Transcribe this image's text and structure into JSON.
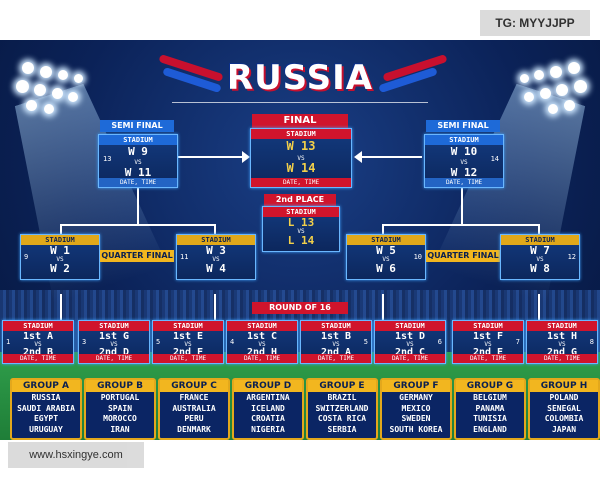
{
  "title": "RUSSIA",
  "labels": {
    "stadium": "STADIUM",
    "vs": "VS",
    "date_time": "DATE, TIME",
    "semi_final": "SEMI FINAL",
    "final": "FINAL",
    "second_place": "2nd PLACE",
    "quarter_final": "QUARTER FINAL",
    "round_of_16": "ROUND OF 16"
  },
  "final": {
    "top": "W 13",
    "bottom": "W 14"
  },
  "third_place": {
    "top": "L 13",
    "bottom": "L 14"
  },
  "semi_left": {
    "top": "W 9",
    "bottom": "W 11",
    "num": "13"
  },
  "semi_right": {
    "top": "W 10",
    "bottom": "W 12",
    "num": "14"
  },
  "quarters": [
    {
      "top": "W 1",
      "bottom": "W 2",
      "num": "9"
    },
    {
      "top": "W 3",
      "bottom": "W 4",
      "num": "11"
    },
    {
      "top": "W 5",
      "bottom": "W 6",
      "num": "10"
    },
    {
      "top": "W 7",
      "bottom": "W 8",
      "num": "12"
    }
  ],
  "round16": [
    {
      "top": "1st A",
      "bottom": "2nd B",
      "num": "1"
    },
    {
      "top": "1st G",
      "bottom": "2nd D",
      "num": "3"
    },
    {
      "top": "1st E",
      "bottom": "2nd F",
      "num": "5"
    },
    {
      "top": "1st C",
      "bottom": "2nd H",
      "num": "4"
    },
    {
      "top": "1st B",
      "bottom": "2nd A",
      "num": "5"
    },
    {
      "top": "1st D",
      "bottom": "2nd C",
      "num": "6"
    },
    {
      "top": "1st F",
      "bottom": "2nd E",
      "num": "7"
    },
    {
      "top": "1st H",
      "bottom": "2nd G",
      "num": "8"
    }
  ],
  "groups": [
    {
      "name": "GROUP A",
      "teams": [
        "RUSSIA",
        "SAUDI ARABIA",
        "EGYPT",
        "URUGUAY"
      ]
    },
    {
      "name": "GROUP B",
      "teams": [
        "PORTUGAL",
        "SPAIN",
        "MOROCCO",
        "IRAN"
      ]
    },
    {
      "name": "GROUP C",
      "teams": [
        "FRANCE",
        "AUSTRALIA",
        "PERU",
        "DENMARK"
      ]
    },
    {
      "name": "GROUP D",
      "teams": [
        "ARGENTINA",
        "ICELAND",
        "CROATIA",
        "NIGERIA"
      ]
    },
    {
      "name": "GROUP E",
      "teams": [
        "BRAZIL",
        "SWITZERLAND",
        "COSTA RICA",
        "SERBIA"
      ]
    },
    {
      "name": "GROUP F",
      "teams": [
        "GERMANY",
        "MEXICO",
        "SWEDEN",
        "SOUTH KOREA"
      ]
    },
    {
      "name": "GROUP G",
      "teams": [
        "BELGIUM",
        "PANAMA",
        "TUNISIA",
        "ENGLAND"
      ]
    },
    {
      "name": "GROUP H",
      "teams": [
        "POLAND",
        "SENEGAL",
        "COLOMBIA",
        "JAPAN"
      ]
    }
  ],
  "watermark_top": "TG: MYYJJPP",
  "watermark_bottom": "www.hsxingye.com",
  "colors": {
    "navy": "#0b2258",
    "red": "#d0142c",
    "gold": "#f2b61f",
    "white": "#ffffff",
    "pitch": "#2f9e4a"
  }
}
